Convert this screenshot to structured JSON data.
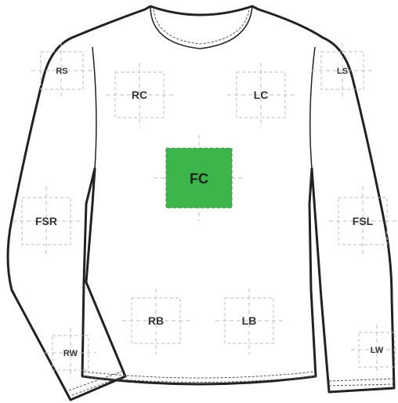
{
  "colors": {
    "selected_zone": "#3cb54a",
    "outline": "#222222",
    "guides": "#bdbdbd"
  },
  "zones": {
    "rs": "RS",
    "rc": "RC",
    "lc": "LC",
    "ls": "LS",
    "fc": "FC",
    "fsr": "FSR",
    "fsl": "FSL",
    "rb": "RB",
    "lb": "LB",
    "rw": "RW",
    "lw": "LW"
  },
  "selected_zone": "FC"
}
